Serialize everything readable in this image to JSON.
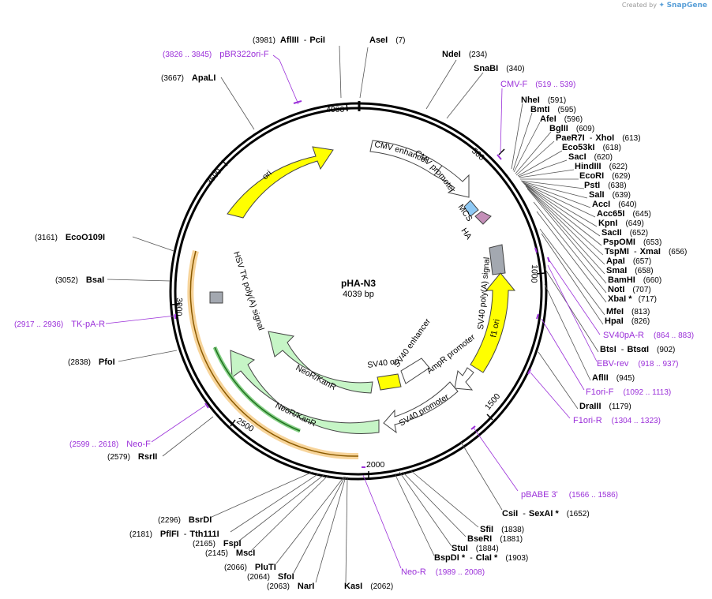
{
  "credit": {
    "prefix": "Created by",
    "brand": "SnapGene"
  },
  "plasmid": {
    "name": "pHA-N3",
    "size_label": "4039 bp",
    "length": 4039
  },
  "ticks": [
    {
      "bp": 500,
      "label": "500"
    },
    {
      "bp": 1000,
      "label": "1000"
    },
    {
      "bp": 1500,
      "label": "1500"
    },
    {
      "bp": 2000,
      "label": "2000"
    },
    {
      "bp": 2500,
      "label": "2500"
    },
    {
      "bp": 3000,
      "label": "3000"
    },
    {
      "bp": 3500,
      "label": "3500"
    },
    {
      "bp": 4000,
      "label": "4000"
    }
  ],
  "features": [
    {
      "name": "ori",
      "color": "#ffff00"
    },
    {
      "name": "CMV enhancer",
      "color": "#ffffff"
    },
    {
      "name": "CMV promoter",
      "color": "#ffffff"
    },
    {
      "name": "MCS",
      "color": "#8ec9f5"
    },
    {
      "name": "HA",
      "color": "#c48fb8"
    },
    {
      "name": "SV40 poly(A) signal",
      "color": "#a3a8b0"
    },
    {
      "name": "f1 ori",
      "color": "#ffff00"
    },
    {
      "name": "AmpR promoter",
      "color": "#ffffff"
    },
    {
      "name": "SV40 promoter",
      "color": "#ffffff"
    },
    {
      "name": "SV40 ori",
      "color": "#ffff00"
    },
    {
      "name": "SV40 enhancer",
      "color": "#ffffff"
    },
    {
      "name": "NeoR/KanR",
      "color": "#c6f5c6"
    },
    {
      "name": "NeoR/KanR",
      "color": "#c6f5c6"
    },
    {
      "name": "HSV TK poly(A) signal",
      "color": "#a3a8b0"
    }
  ],
  "sites": [
    {
      "type": "enzyme",
      "name": "AflIII",
      "name2": "PciI",
      "pos": "(3981)"
    },
    {
      "type": "enzyme",
      "name": "AseI",
      "pos": "(7)"
    },
    {
      "type": "enzyme",
      "name": "NdeI",
      "pos": "(234)"
    },
    {
      "type": "enzyme",
      "name": "SnaBI",
      "pos": "(340)"
    },
    {
      "type": "primer",
      "name": "CMV-F",
      "pos": "(519 .. 539)"
    },
    {
      "type": "enzyme",
      "name": "NheI",
      "pos": "(591)"
    },
    {
      "type": "enzyme",
      "name": "BmtI",
      "pos": "(595)"
    },
    {
      "type": "enzyme",
      "name": "AfeI",
      "pos": "(596)"
    },
    {
      "type": "enzyme",
      "name": "BglII",
      "pos": "(609)"
    },
    {
      "type": "enzyme",
      "name": "PaeR7I",
      "name2": "XhoI",
      "pos": "(613)"
    },
    {
      "type": "enzyme",
      "name": "Eco53kI",
      "pos": "(618)"
    },
    {
      "type": "enzyme",
      "name": "SacI",
      "pos": "(620)"
    },
    {
      "type": "enzyme",
      "name": "HindIII",
      "pos": "(622)"
    },
    {
      "type": "enzyme",
      "name": "EcoRI",
      "pos": "(629)"
    },
    {
      "type": "enzyme",
      "name": "PstI",
      "pos": "(638)"
    },
    {
      "type": "enzyme",
      "name": "SalI",
      "pos": "(639)"
    },
    {
      "type": "enzyme",
      "name": "AccI",
      "pos": "(640)"
    },
    {
      "type": "enzyme",
      "name": "Acc65I",
      "pos": "(645)"
    },
    {
      "type": "enzyme",
      "name": "KpnI",
      "pos": "(649)"
    },
    {
      "type": "enzyme",
      "name": "SacII",
      "pos": "(652)"
    },
    {
      "type": "enzyme",
      "name": "PspOMI",
      "pos": "(653)"
    },
    {
      "type": "enzyme",
      "name": "TspMI",
      "name2": "XmaI",
      "pos": "(656)"
    },
    {
      "type": "enzyme",
      "name": "ApaI",
      "pos": "(657)"
    },
    {
      "type": "enzyme",
      "name": "SmaI",
      "pos": "(658)"
    },
    {
      "type": "enzyme",
      "name": "BamHI",
      "pos": "(660)"
    },
    {
      "type": "enzyme",
      "name": "NotI",
      "pos": "(707)"
    },
    {
      "type": "enzyme",
      "name": "XbaI *",
      "pos": "(717)"
    },
    {
      "type": "enzyme",
      "name": "MfeI",
      "pos": "(813)"
    },
    {
      "type": "enzyme",
      "name": "HpaI",
      "pos": "(826)"
    },
    {
      "type": "primer",
      "name": "SV40pA-R",
      "pos": "(864 .. 883)"
    },
    {
      "type": "enzyme",
      "name": "BtsI",
      "name2": "BtsαI",
      "pos": "(902)"
    },
    {
      "type": "primer",
      "name": "EBV-rev",
      "pos": "(918 .. 937)"
    },
    {
      "type": "enzyme",
      "name": "AflII",
      "pos": "(945)"
    },
    {
      "type": "primer",
      "name": "F1ori-F",
      "pos": "(1092 .. 1113)"
    },
    {
      "type": "enzyme",
      "name": "DraIII",
      "pos": "(1179)"
    },
    {
      "type": "primer",
      "name": "F1ori-R",
      "pos": "(1304 .. 1323)"
    },
    {
      "type": "primer",
      "name": "pBABE 3'",
      "pos": "(1566 .. 1586)"
    },
    {
      "type": "enzyme",
      "name": "CsiI",
      "name2": "SexAI *",
      "pos": "(1652)"
    },
    {
      "type": "enzyme",
      "name": "SfiI",
      "pos": "(1838)"
    },
    {
      "type": "enzyme",
      "name": "BseRI",
      "pos": "(1881)"
    },
    {
      "type": "enzyme",
      "name": "StuI",
      "pos": "(1884)"
    },
    {
      "type": "enzyme",
      "name": "BspDI *",
      "name2": "ClaI *",
      "pos": "(1903)"
    },
    {
      "type": "primer",
      "name": "Neo-R",
      "pos": "(1989 .. 2008)"
    },
    {
      "type": "enzyme",
      "name": "KasI",
      "pos": "(2062)"
    },
    {
      "type": "enzyme",
      "name": "NarI",
      "pos": "(2063)"
    },
    {
      "type": "enzyme",
      "name": "SfoI",
      "pos": "(2064)"
    },
    {
      "type": "enzyme",
      "name": "PluTI",
      "pos": "(2066)"
    },
    {
      "type": "enzyme",
      "name": "MscI",
      "pos": "(2145)"
    },
    {
      "type": "enzyme",
      "name": "FspI",
      "pos": "(2165)"
    },
    {
      "type": "enzyme",
      "name": "PflFI",
      "name2": "Tth111I",
      "pos": "(2181)"
    },
    {
      "type": "enzyme",
      "name": "BsrDI",
      "pos": "(2296)"
    },
    {
      "type": "enzyme",
      "name": "RsrII",
      "pos": "(2579)"
    },
    {
      "type": "primer",
      "name": "Neo-F",
      "pos": "(2599 .. 2618)"
    },
    {
      "type": "enzyme",
      "name": "PfoI",
      "pos": "(2838)"
    },
    {
      "type": "primer",
      "name": "TK-pA-R",
      "pos": "(2917 .. 2936)"
    },
    {
      "type": "enzyme",
      "name": "BsaI",
      "pos": "(3052)"
    },
    {
      "type": "enzyme",
      "name": "EcoO109I",
      "pos": "(3161)"
    },
    {
      "type": "enzyme",
      "name": "ApaLI",
      "pos": "(3667)"
    },
    {
      "type": "primer",
      "name": "pBR322ori-F",
      "pos": "(3826 .. 3845)"
    }
  ]
}
